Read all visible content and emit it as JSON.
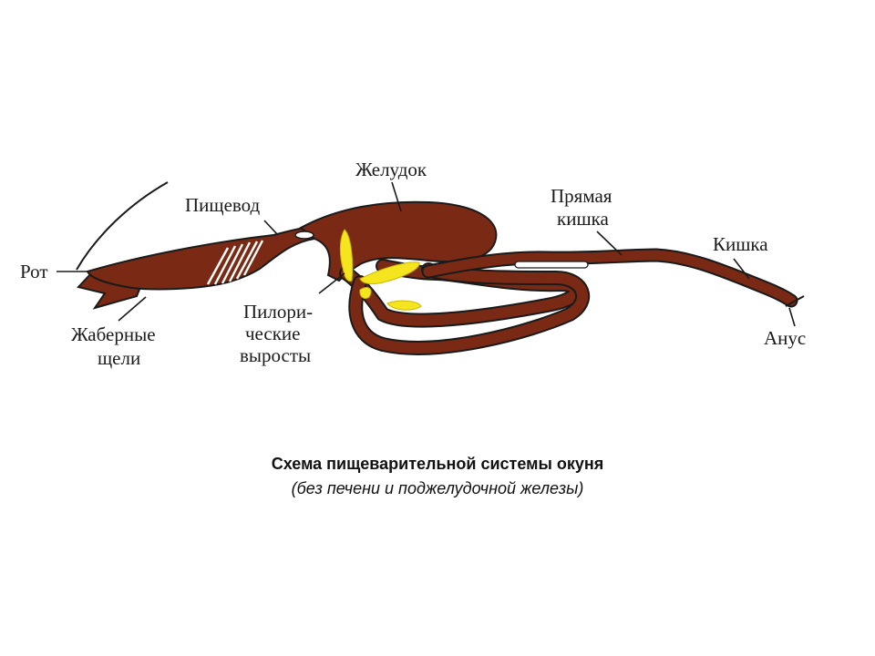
{
  "colors": {
    "organ": "#7a2a14",
    "outline": "#1a1a1a",
    "pyloric": "#f5e51e",
    "background": "#ffffff"
  },
  "labels": {
    "mouth": "Рот",
    "gill_slits_line1": "Жаберные",
    "gill_slits_line2": "щели",
    "esophagus": "Пищевод",
    "stomach": "Желудок",
    "pyloric_line1": "Пилори-",
    "pyloric_line2": "ческие",
    "pyloric_line3": "выросты",
    "rectum_line1": "Прямая",
    "rectum_line2": "кишка",
    "intestine": "Кишка",
    "anus": "Анус"
  },
  "caption": {
    "title": "Схема пищеварительной системы окуня",
    "subtitle": "(без печени и поджелудочной железы)"
  }
}
